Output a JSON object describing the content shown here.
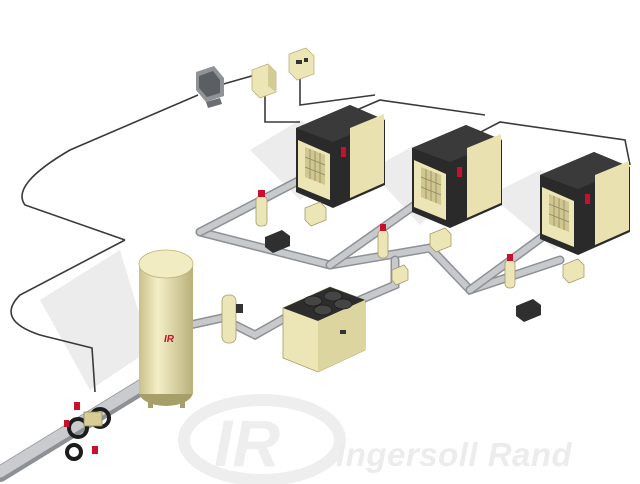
{
  "watermark": {
    "brand_name": "Ingersoll Rand",
    "monogram": "IR"
  },
  "tank_badge": "IR",
  "colors": {
    "pipe": "#b9bcc0",
    "pipe_edge": "#8d9196",
    "beige": "#ece6b6",
    "beige_dark": "#cfc690",
    "cabinet": "#2a2a2a",
    "cable": "#3a3a3a",
    "brand_red": "#c8102e",
    "watermark": "#eeeeee"
  },
  "icons": [
    "computer-monitor-icon",
    "controller-box-icon",
    "compressor-icon",
    "dryer-icon",
    "receiver-tank-icon",
    "filter-icon",
    "valve-icon"
  ]
}
